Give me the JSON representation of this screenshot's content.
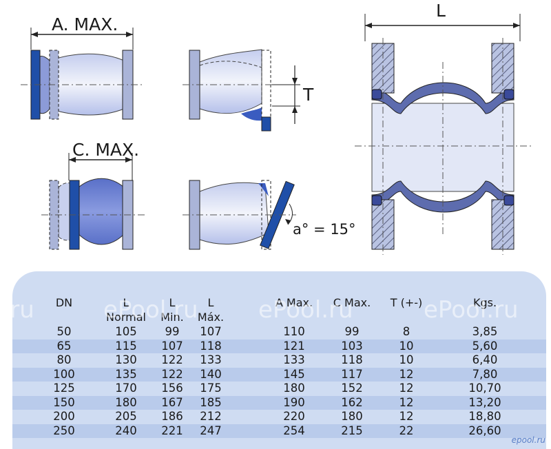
{
  "labels": {
    "a_max": "A. MAX.",
    "c_max": "C. MAX.",
    "t": "T",
    "angle": "a° = 15°",
    "l": "L"
  },
  "table": {
    "headers": [
      {
        "top": "DN",
        "bottom": ""
      },
      {
        "top": "L",
        "bottom": "Normal"
      },
      {
        "top": "L",
        "bottom": "Min."
      },
      {
        "top": "L",
        "bottom": "Máx."
      },
      {
        "top": "A Max.",
        "bottom": ""
      },
      {
        "top": "C Max.",
        "bottom": ""
      },
      {
        "top": "T (+-)",
        "bottom": ""
      },
      {
        "top": "Kgs.",
        "bottom": ""
      }
    ],
    "rows": [
      [
        "50",
        "105",
        "99",
        "107",
        "110",
        "99",
        "8",
        "3,85"
      ],
      [
        "65",
        "115",
        "107",
        "118",
        "121",
        "103",
        "10",
        "5,60"
      ],
      [
        "80",
        "130",
        "122",
        "133",
        "133",
        "118",
        "10",
        "6,40"
      ],
      [
        "100",
        "135",
        "122",
        "140",
        "145",
        "117",
        "12",
        "7,80"
      ],
      [
        "125",
        "170",
        "156",
        "175",
        "180",
        "152",
        "12",
        "10,70"
      ],
      [
        "150",
        "180",
        "167",
        "185",
        "190",
        "162",
        "12",
        "13,20"
      ],
      [
        "200",
        "205",
        "186",
        "212",
        "220",
        "180",
        "12",
        "18,80"
      ],
      [
        "250",
        "240",
        "221",
        "247",
        "254",
        "215",
        "22",
        "26,60"
      ]
    ]
  },
  "watermarks": [
    "l.ru",
    "ePool.ru",
    "ePool.ru",
    "ePool.ru"
  ],
  "watermark_small": "epool.ru",
  "colors": {
    "flange_light": "#aab4d8",
    "flange_dark": "#1f4fa8",
    "body_light": "#dde3f3",
    "body_mid": "#7b8fd0",
    "table_bg": "#cfdcf2",
    "table_stripe": "#b9cbeb"
  }
}
